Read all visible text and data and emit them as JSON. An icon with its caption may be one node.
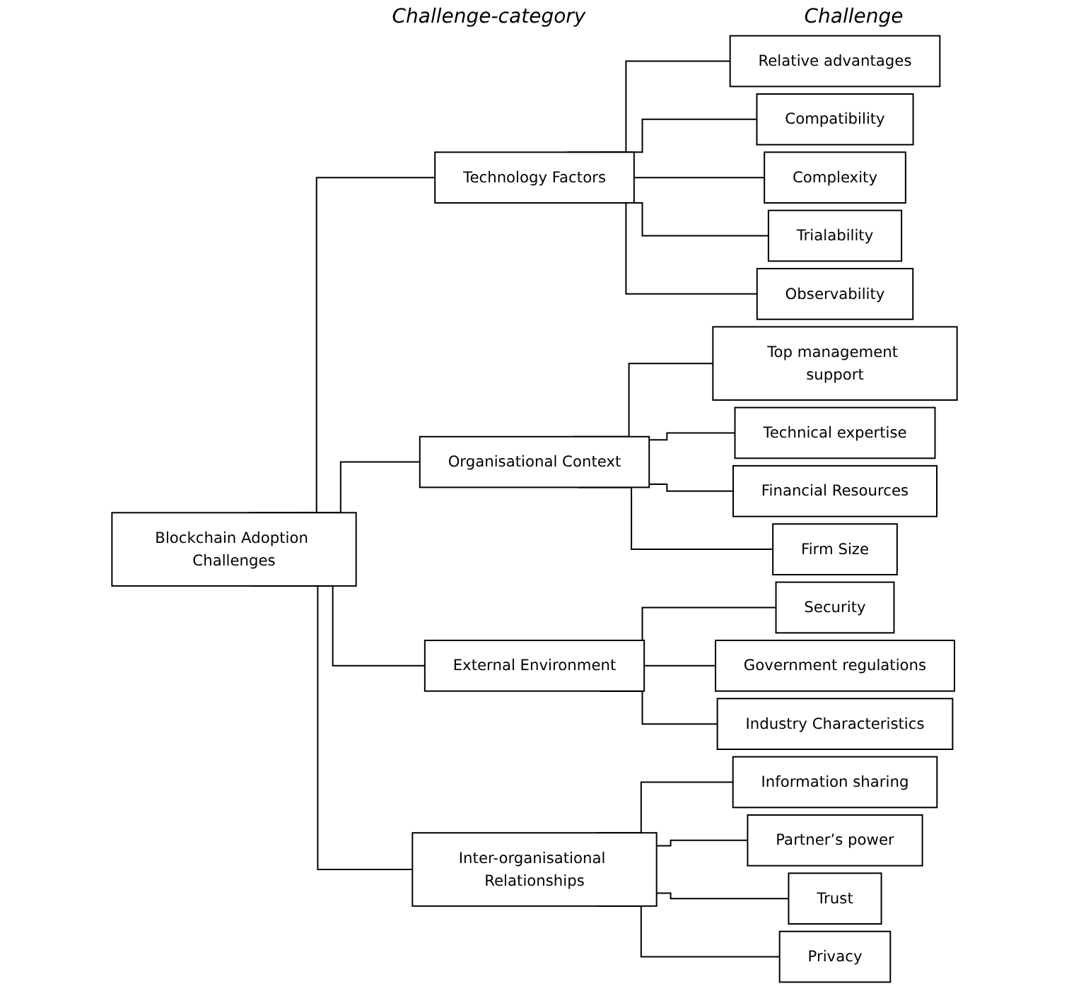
{
  "diagram": {
    "nodes": [
      {
        "text": [
          "Blockchain Adoption Challenges"
        ]
      },
      {
        "text": [
          "Technology Factors"
        ]
      },
      {
        "text": [
          "Relative advantages"
        ]
      },
      {
        "text": [
          "Compatibility"
        ]
      },
      {
        "text": [
          "Complexity"
        ]
      },
      {
        "text": [
          "Trialability"
        ]
      },
      {
        "text": [
          "Observability"
        ]
      },
      {
        "text": [
          "Organisational Context"
        ]
      },
      {
        "text": [
          "Top management support"
        ]
      },
      {
        "text": [
          "Technical expertise"
        ]
      },
      {
        "text": [
          "Financial Resources"
        ]
      },
      {
        "text": [
          "Firm Size"
        ]
      },
      {
        "text": [
          "External Environment"
        ]
      },
      {
        "text": [
          "Security"
        ]
      },
      {
        "text": [
          "Government regulations"
        ]
      },
      {
        "text": [
          "Industry Characteristics"
        ]
      },
      {
        "text": [
          "Inter-organisational Relationships"
        ]
      },
      {
        "text": [
          "Information sharing"
        ]
      },
      {
        "text": [
          "Partner’s power"
        ]
      },
      {
        "text": [
          "Trust"
        ]
      },
      {
        "text": [
          "Privacy"
        ]
      }
    ],
    "edges": [
      {
        "from": 0,
        "to": 1,
        "arrow": "none"
      },
      {
        "from": 0,
        "to": 7,
        "arrow": "none"
      },
      {
        "from": 0,
        "to": 12,
        "arrow": "none"
      },
      {
        "from": 0,
        "to": 16,
        "arrow": "none"
      },
      {
        "from": 1,
        "to": 2,
        "arrow": "none"
      },
      {
        "from": 1,
        "to": 3,
        "arrow": "none"
      },
      {
        "from": 1,
        "to": 4,
        "arrow": "none"
      },
      {
        "from": 1,
        "to": 5,
        "arrow": "none"
      },
      {
        "from": 1,
        "to": 6,
        "arrow": "none"
      },
      {
        "from": 7,
        "to": 8,
        "arrow": "none"
      },
      {
        "from": 7,
        "to": 9,
        "arrow": "none"
      },
      {
        "from": 7,
        "to": 10,
        "arrow": "none"
      },
      {
        "from": 7,
        "to": 11,
        "arrow": "none"
      },
      {
        "from": 12,
        "to": 13,
        "arrow": "none"
      },
      {
        "from": 12,
        "to": 14,
        "arrow": "none"
      },
      {
        "from": 12,
        "to": 15,
        "arrow": "none"
      },
      {
        "from": 16,
        "to": 17,
        "arrow": "none"
      },
      {
        "from": 16,
        "to": 18,
        "arrow": "none"
      },
      {
        "from": 16,
        "to": 19,
        "arrow": "none"
      },
      {
        "from": 16,
        "to": 20,
        "arrow": "none"
      }
    ],
    "labels": [
      "Challenge-category",
      "Challenge"
    ]
  }
}
